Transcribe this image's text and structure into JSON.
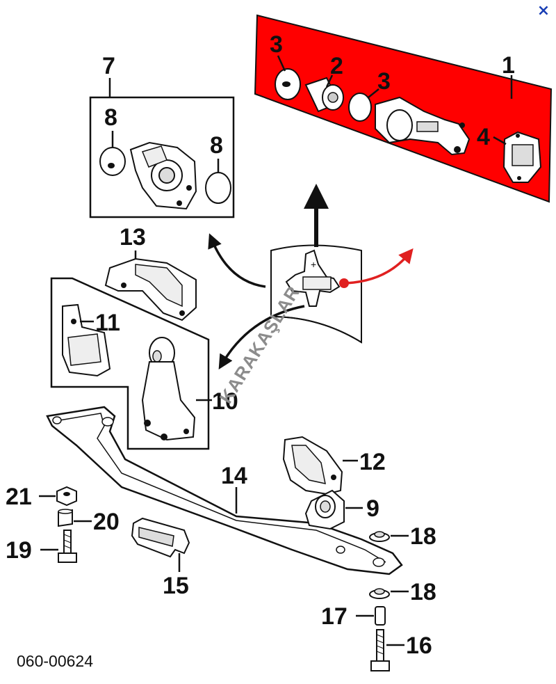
{
  "close_icon": "×",
  "colors": {
    "highlight": "#ff0000",
    "arrow_red": "#e02020",
    "close": "#1a3fb5"
  },
  "labels": {
    "p1": "1",
    "p2": "2",
    "p3a": "3",
    "p3b": "3",
    "p4": "4",
    "p7": "7",
    "p8a": "8",
    "p8b": "8",
    "p9": "9",
    "p10": "10",
    "p11": "11",
    "p12": "12",
    "p13": "13",
    "p14": "14",
    "p15": "15",
    "p16": "16",
    "p17": "17",
    "p18a": "18",
    "p18b": "18",
    "p19": "19",
    "p20": "20",
    "p21": "21"
  },
  "reference_code": "060-00624",
  "watermark": "KARAKAŞLAR"
}
